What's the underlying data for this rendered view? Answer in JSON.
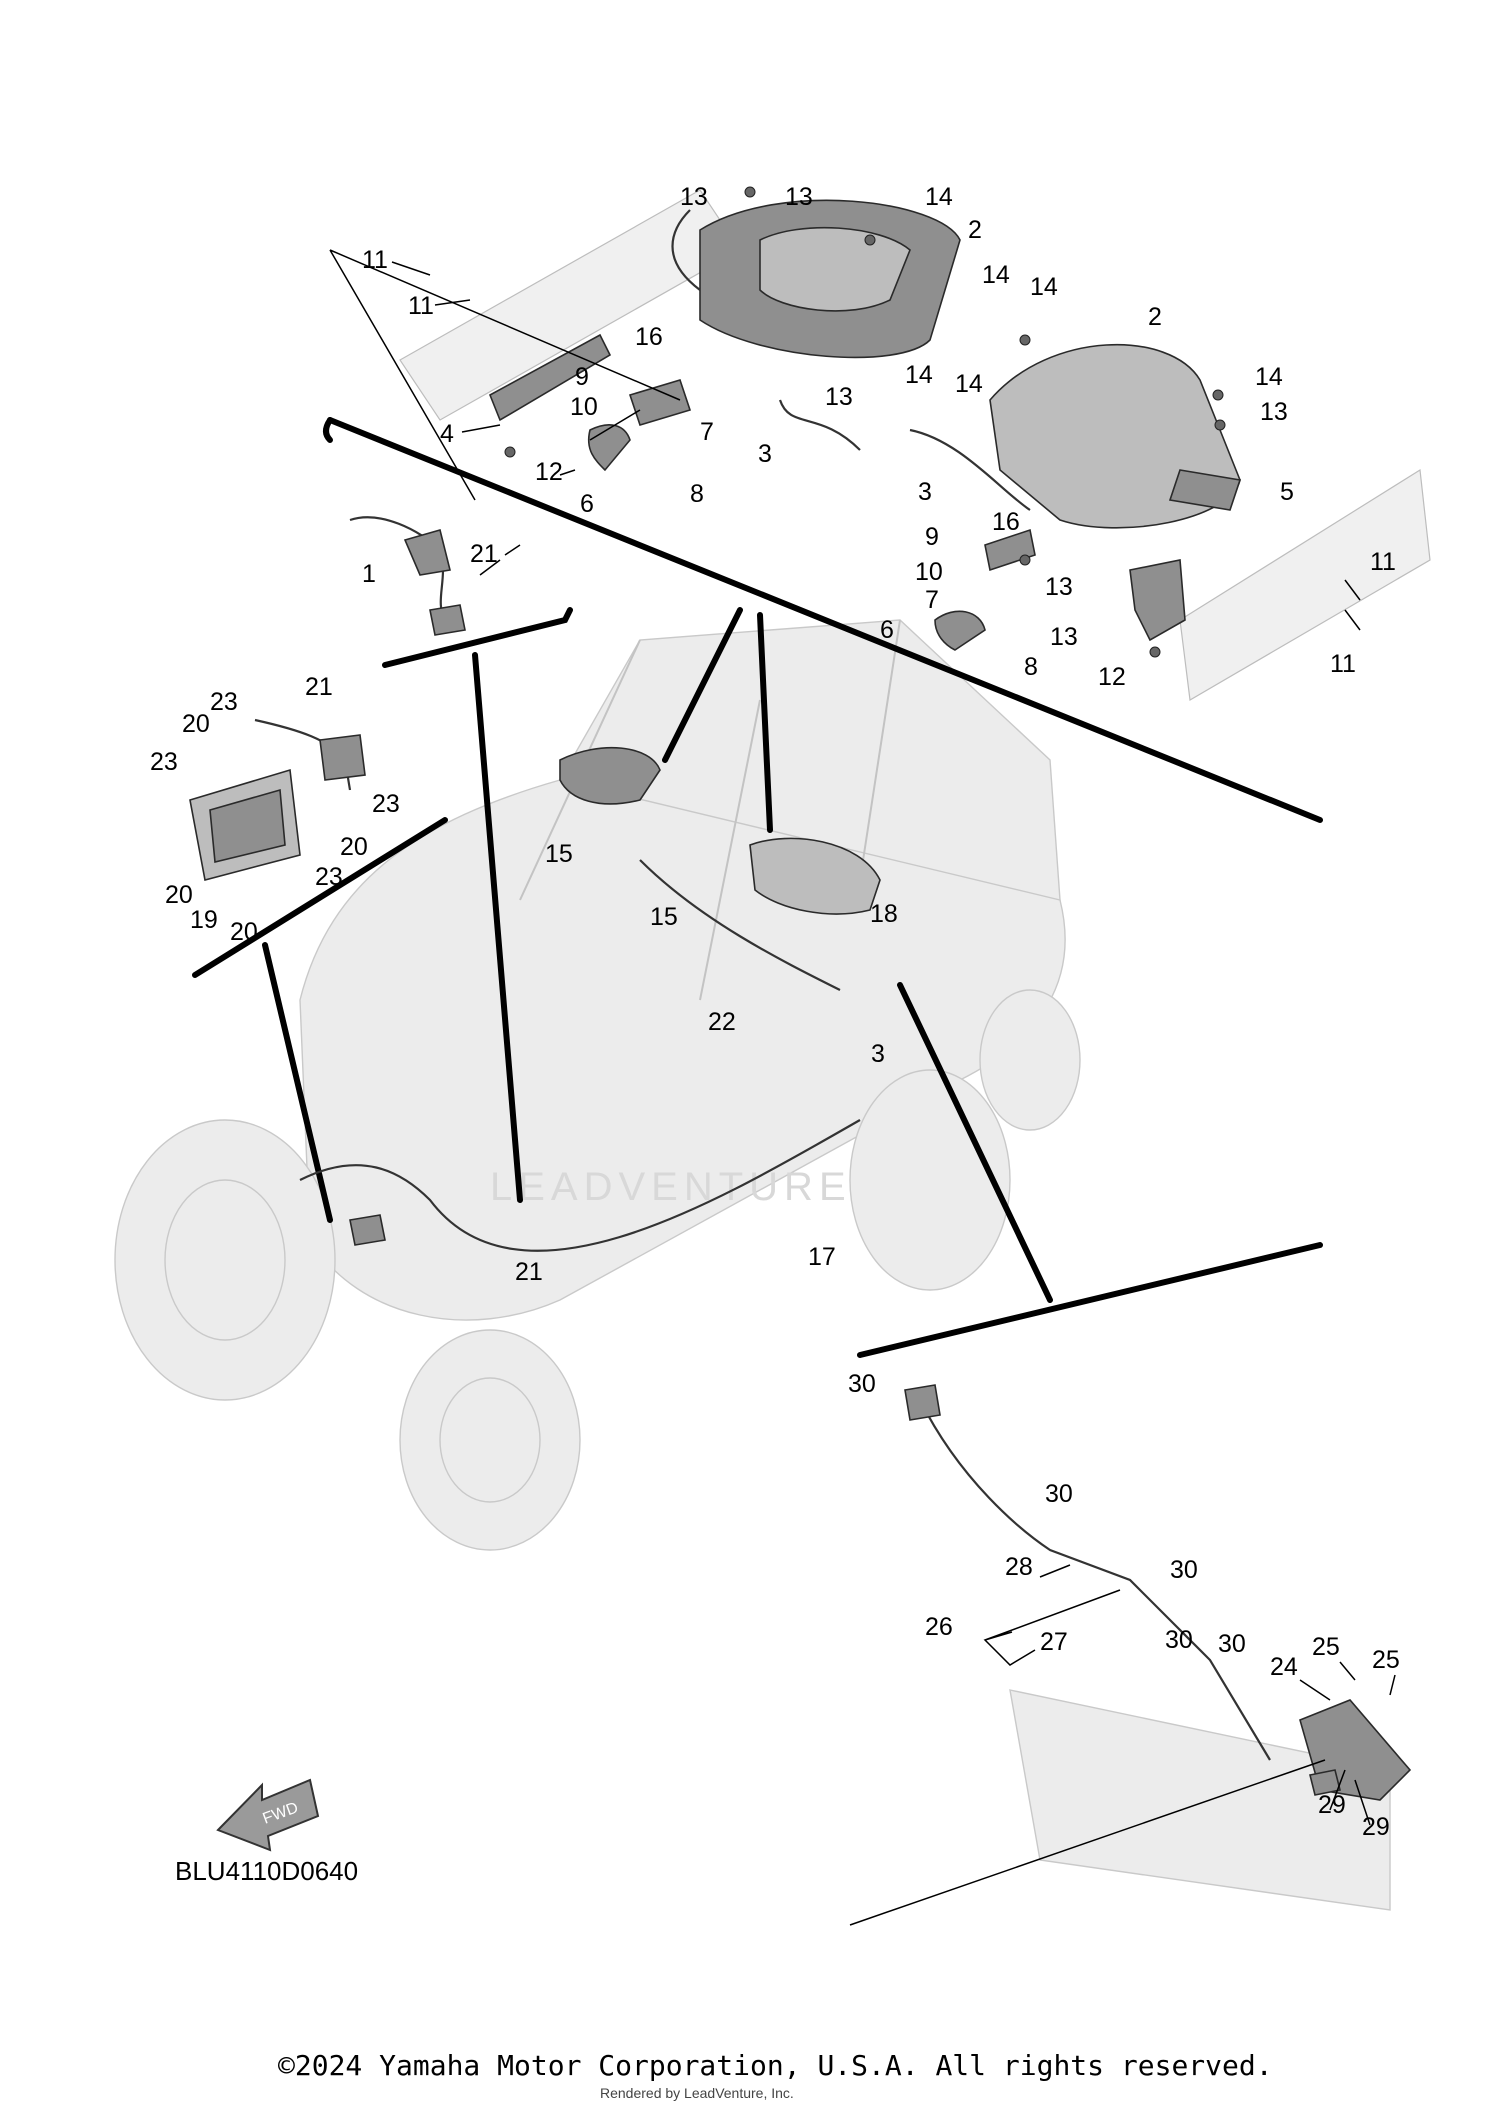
{
  "diagram": {
    "code": "BLU4110D0640",
    "fwd_label": "FWD",
    "watermark": "LEADVENTURE",
    "copyright": "©2024 Yamaha Motor Corporation, U.S.A. All rights reserved.",
    "rendered_by": "Rendered by LeadVenture, Inc.",
    "callouts": [
      "1",
      "2",
      "3",
      "4",
      "5",
      "6",
      "7",
      "8",
      "9",
      "10",
      "11",
      "12",
      "13",
      "14",
      "15",
      "16",
      "17",
      "18",
      "19",
      "20",
      "21",
      "22",
      "23",
      "24",
      "25",
      "26",
      "27",
      "28",
      "29",
      "30"
    ]
  }
}
